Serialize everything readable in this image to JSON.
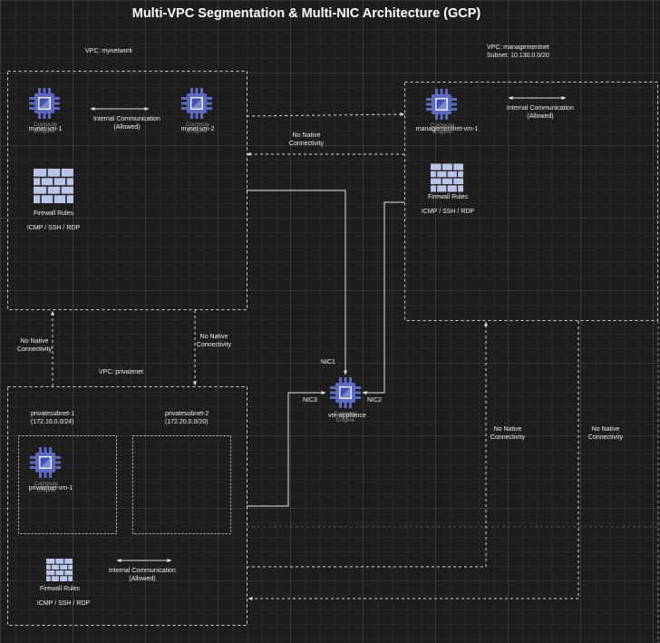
{
  "title": "Multi-VPC Segmentation & Multi-NIC Architecture (GCP)",
  "vpcs": {
    "mynetwork": {
      "label": "VPC: mynetwork"
    },
    "managementnet": {
      "label": "VPC: managementnet",
      "subnet": "Subnet: 10.130.0.0/20"
    },
    "privatenet": {
      "label": "VPC: privatenet"
    }
  },
  "subnets": {
    "privatesubnet1": {
      "name": "privatesubnet-1",
      "cidr": "(172.16.0.0/24)"
    },
    "privatesubnet2": {
      "name": "privatesubnet-2",
      "cidr": "(172.20.0.0/20)"
    }
  },
  "vms": {
    "mynet_vm_1": "mynet-vm-1",
    "mynet_vm_2": "mynet-vm-2",
    "managementnet_vm_1": "managementnet-vm-1",
    "privatenet_vm_1": "privatenet-vm-1",
    "vm_appliance": "vm-appliance"
  },
  "compute_engine": {
    "line1": "Compute",
    "line2": "Engine"
  },
  "firewall": {
    "label": "Firewall Rules",
    "rules": "ICMP / SSH / RDP"
  },
  "internal_comm": {
    "line1": "Internal Communication",
    "line2": "(Allowed)"
  },
  "no_native": {
    "line1": "No Native",
    "line2": "Connectivity"
  },
  "nics": {
    "nic1": "NIC1",
    "nic2": "NIC2",
    "nic3": "NIC3"
  },
  "colors": {
    "background": "#1e1e1e",
    "chip_fill": "#5c6bc0",
    "chip_core": "#3f51b5",
    "firewall": "#b9c4e6",
    "line": "#d8d8d8"
  }
}
